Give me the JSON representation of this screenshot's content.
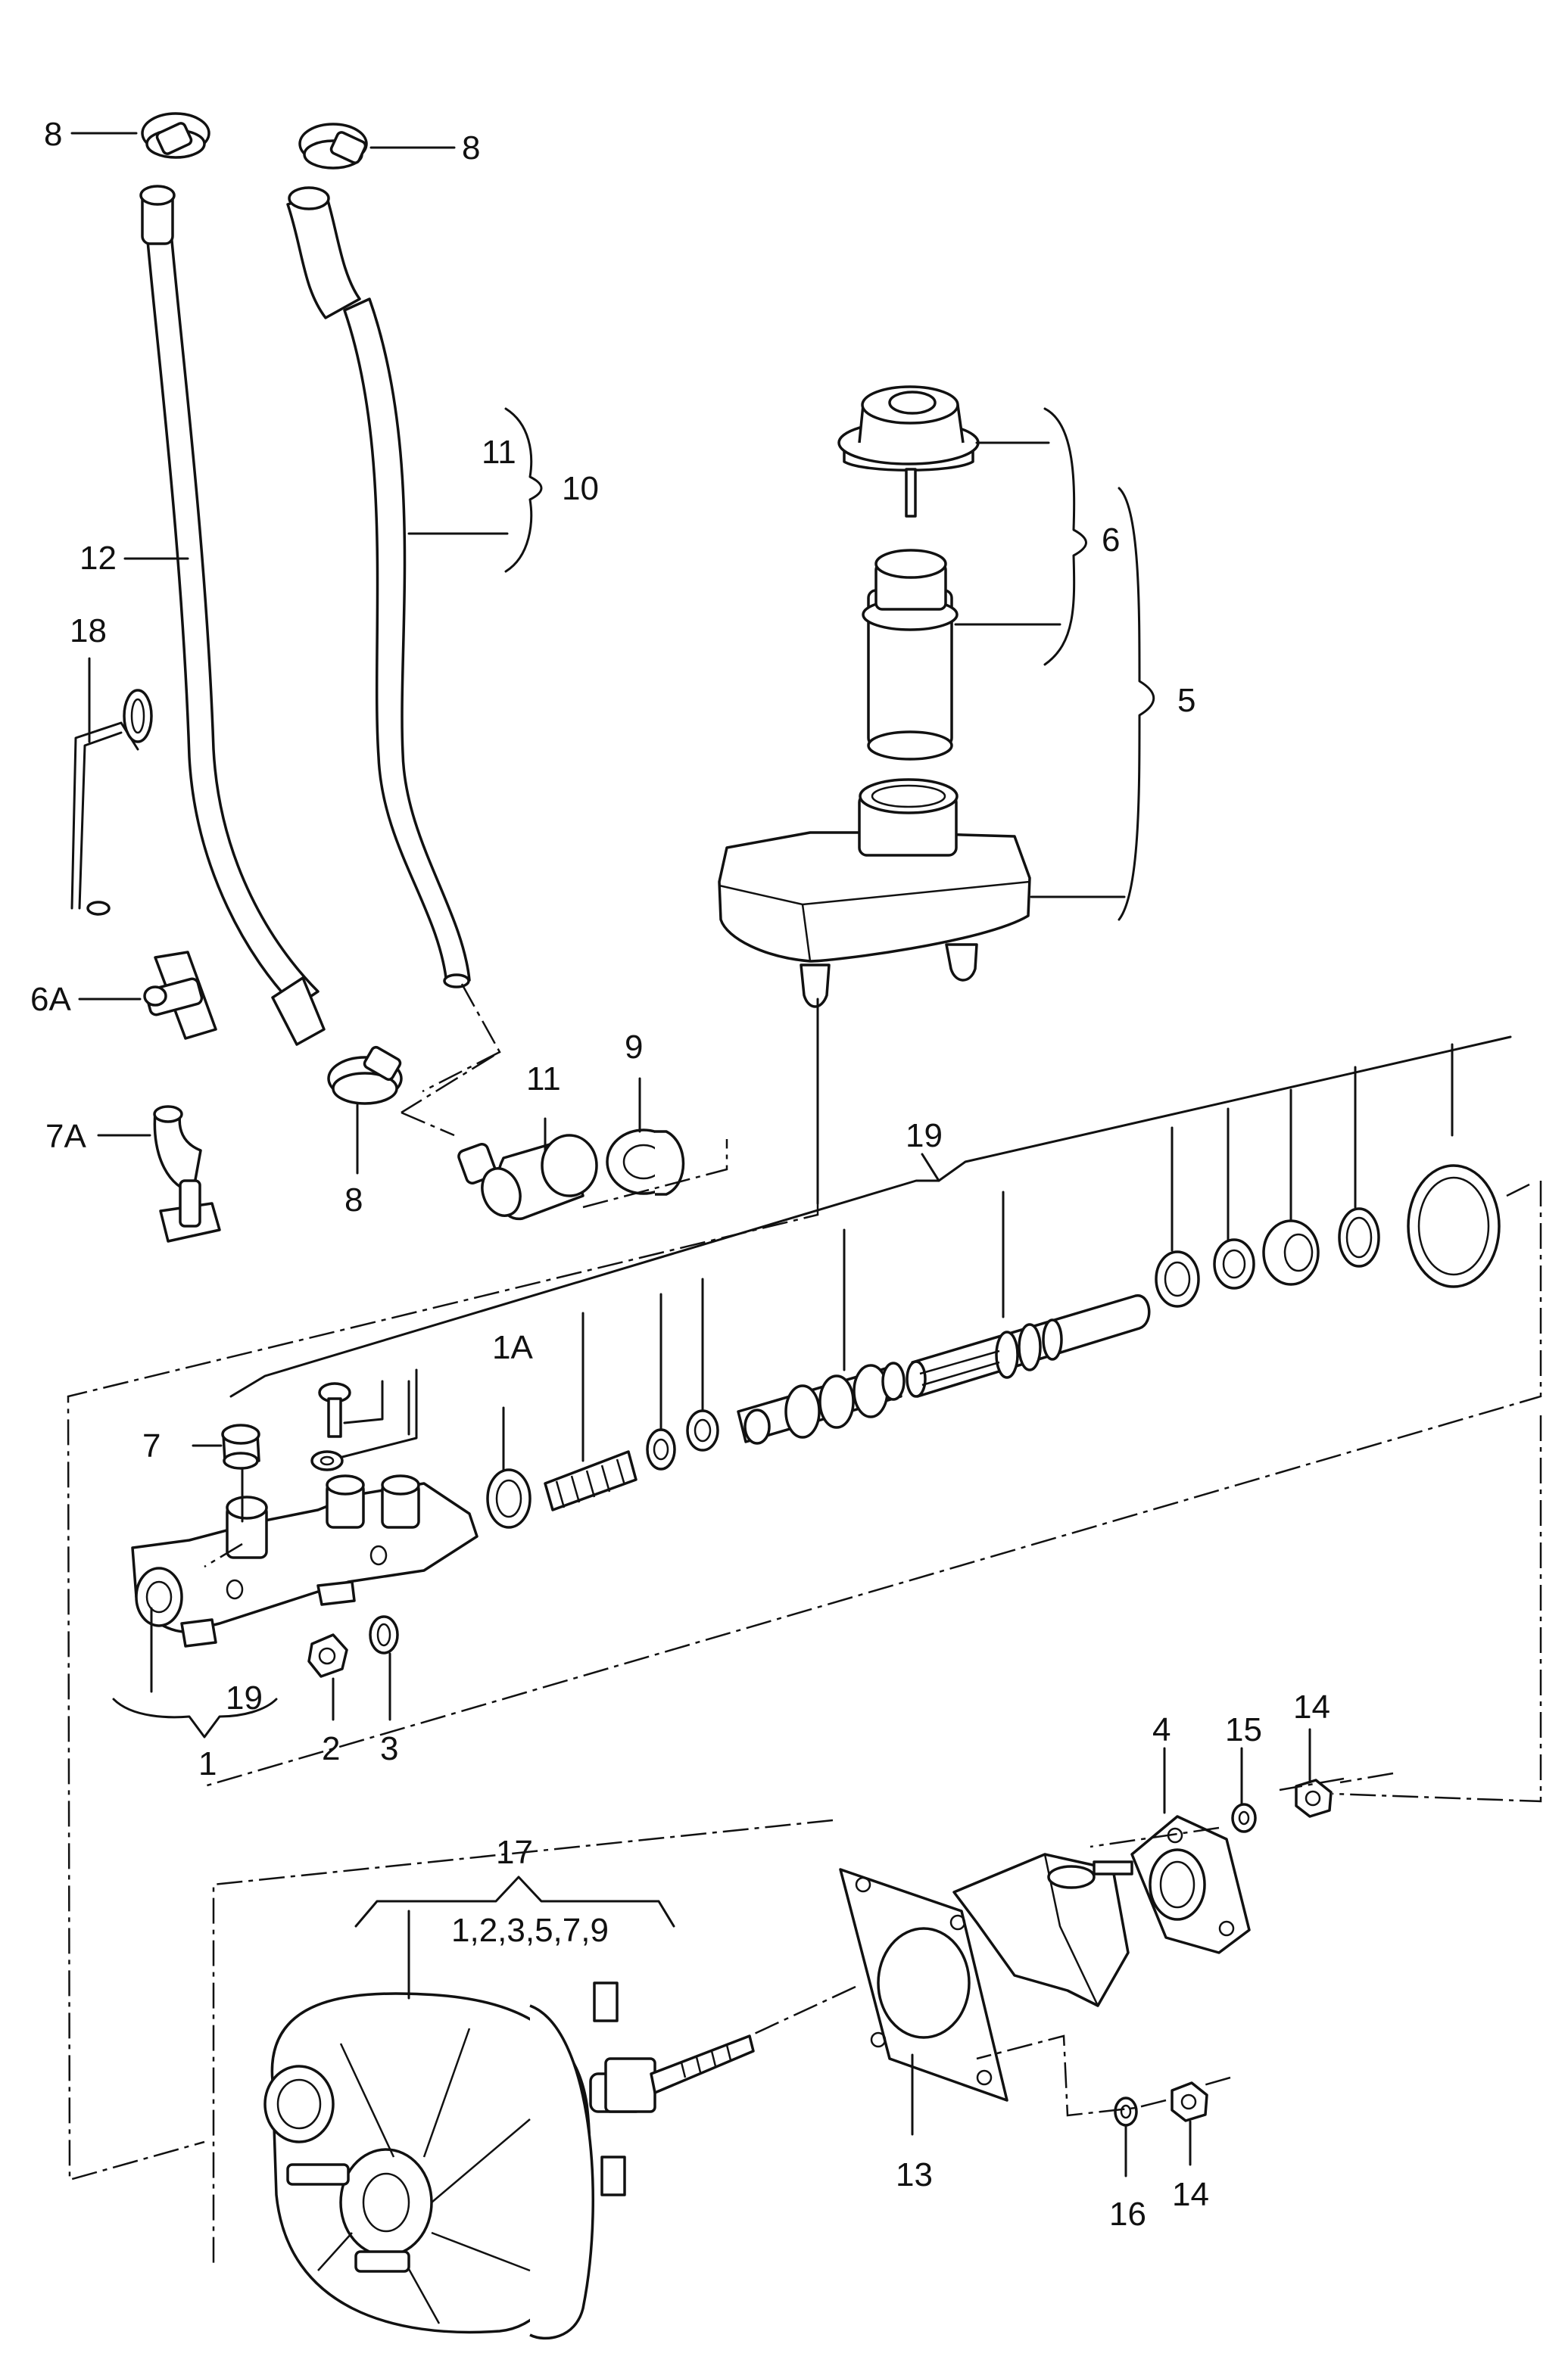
{
  "labels": {
    "p8_top_left": "8",
    "p8_top_right": "8",
    "p11_upper": "11",
    "p10": "10",
    "p12": "12",
    "p18": "18",
    "p6": "6",
    "p5": "5",
    "p6A": "6A",
    "p7A": "7A",
    "p8_lower": "8",
    "p11_lower": "11",
    "p9": "9",
    "p19_upper": "19",
    "p7": "7",
    "p1A": "1A",
    "p19_lower": "19",
    "p1": "1",
    "p2": "2",
    "p3": "3",
    "p4": "4",
    "p15": "15",
    "p14_upper": "14",
    "p17": "17",
    "p17_contents": "1,2,3,5,7,9",
    "p13": "13",
    "p16": "16",
    "p14_lower": "14"
  }
}
